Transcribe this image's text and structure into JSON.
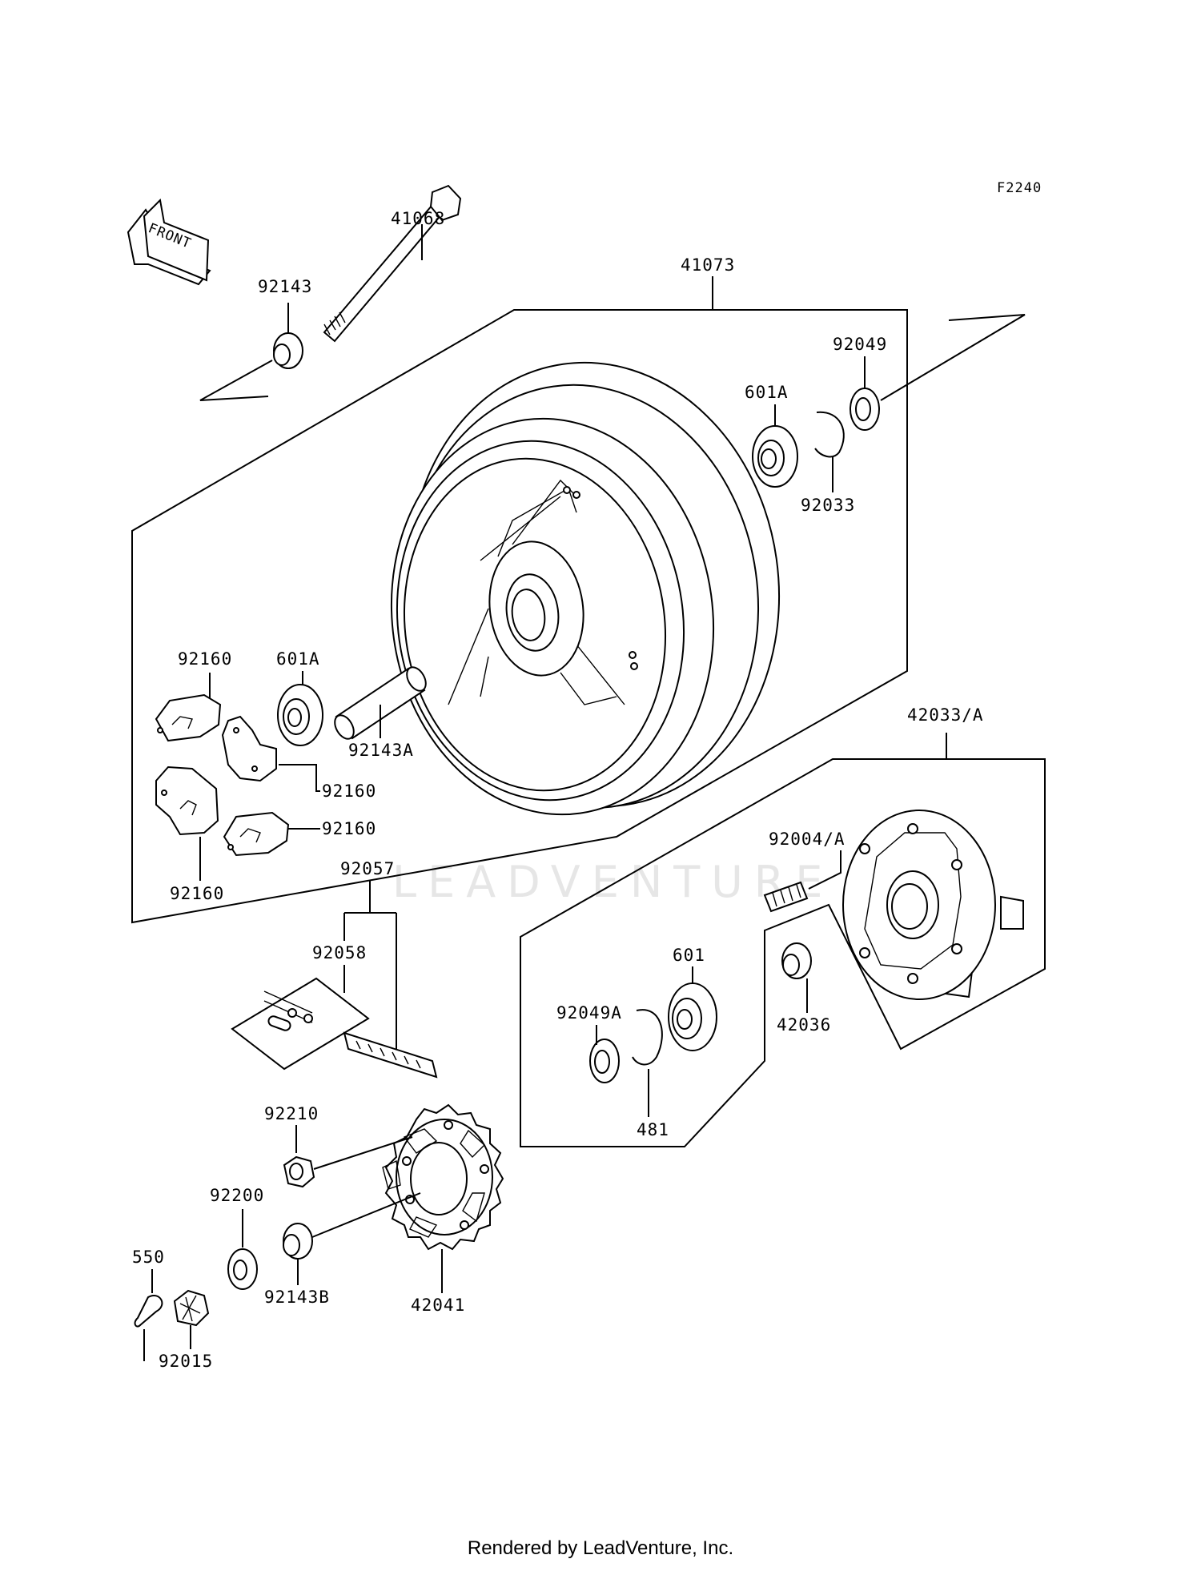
{
  "diagram": {
    "code": "F2240",
    "front_label": "FRONT",
    "watermark": "LEADVENTURE",
    "parts": [
      "41068",
      "92143",
      "41073",
      "92049",
      "601A",
      "92033",
      "92160",
      "601A",
      "92143A",
      "42033/A",
      "92160",
      "92160",
      "92160",
      "92057",
      "92058",
      "92004/A",
      "601",
      "92049A",
      "42036",
      "481",
      "92210",
      "92200",
      "550",
      "92143B",
      "42041",
      "92015"
    ]
  },
  "footer": "Rendered by LeadVenture, Inc."
}
